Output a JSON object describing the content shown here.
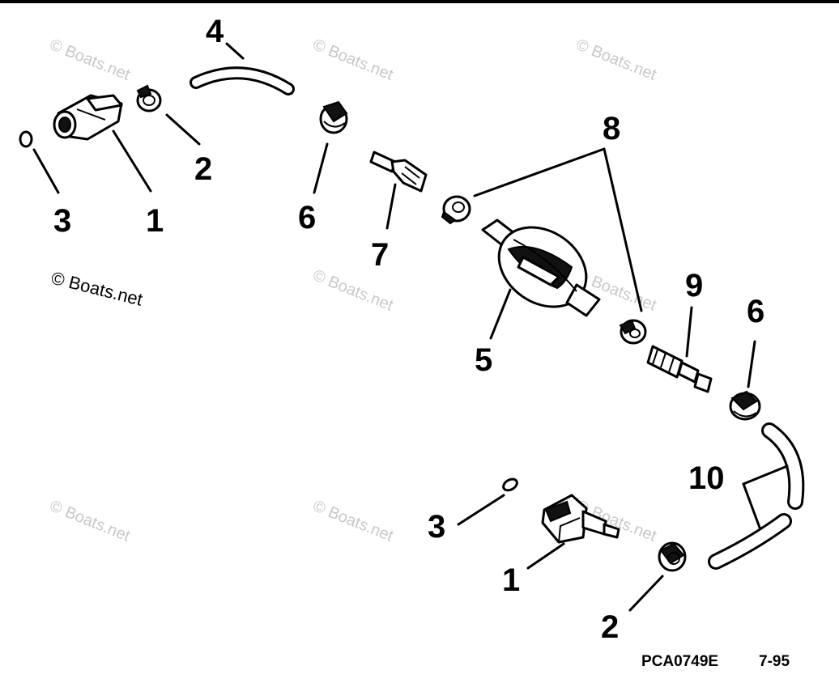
{
  "watermark": "© Boats.net",
  "figure_code": "PCA0749E",
  "figure_date": "7-95",
  "callouts": {
    "c1a": "1",
    "c1b": "1",
    "c2a": "2",
    "c2b": "2",
    "c3a": "3",
    "c3b": "3",
    "c4": "4",
    "c5": "5",
    "c6a": "6",
    "c6b": "6",
    "c7": "7",
    "c8": "8",
    "c9": "9",
    "c10": "10"
  }
}
